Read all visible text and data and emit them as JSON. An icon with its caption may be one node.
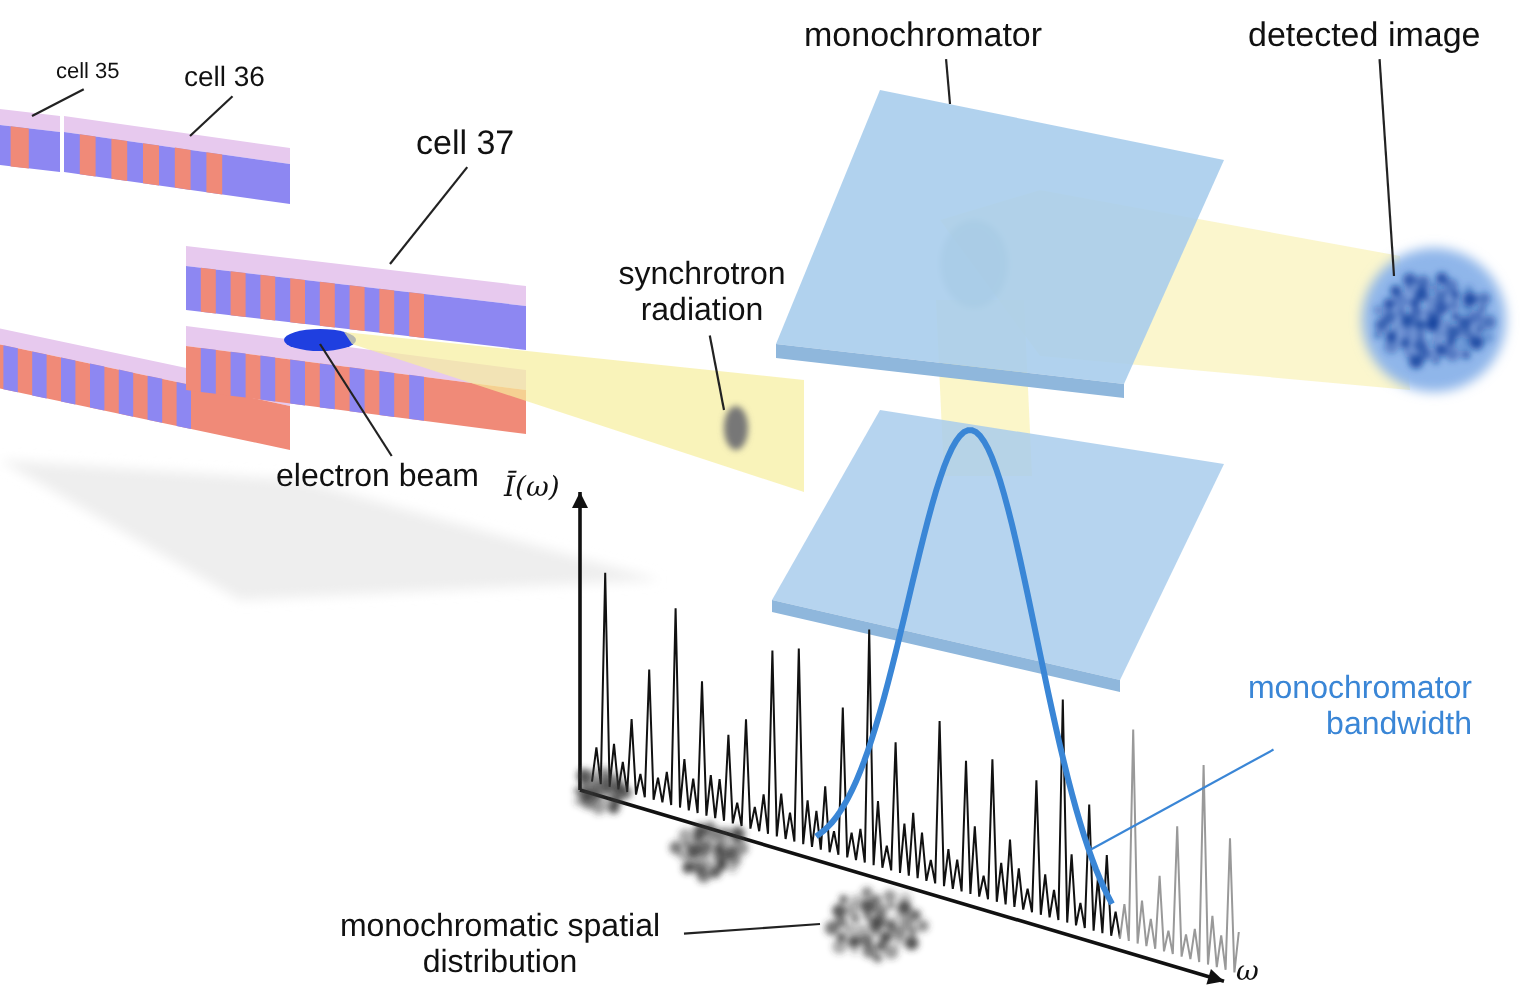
{
  "diagram": {
    "nodes": [
      {
        "text": [
          "cell 35"
        ]
      },
      {
        "text": [],
        "shape": "bar"
      },
      {
        "text": [
          "cell 36"
        ]
      },
      {
        "text": [],
        "shape": "bar"
      },
      {
        "text": [
          "cell 37"
        ]
      },
      {
        "text": [],
        "shape": "bar"
      },
      {
        "text": [
          "electron beam"
        ]
      },
      {
        "text": [],
        "shape": "circle"
      },
      {
        "text": [
          "synchrotron radiation"
        ]
      },
      {
        "text": [],
        "shape": "picture"
      },
      {
        "text": [
          "monochromator"
        ]
      },
      {
        "text": [],
        "shape": "box"
      },
      {
        "text": [
          "detected image"
        ]
      },
      {
        "text": [],
        "shape": "picture"
      },
      {
        "text": [
          "monochromator bandwidth"
        ]
      },
      {
        "text": [],
        "shape": "picture"
      },
      {
        "text": [
          "monochromatic spatial distribution"
        ]
      },
      {
        "text": [],
        "shape": "picture"
      }
    ],
    "edges": [
      {
        "from": 0,
        "to": 1,
        "arrow": "none"
      },
      {
        "from": 2,
        "to": 3,
        "arrow": "none"
      },
      {
        "from": 4,
        "to": 5,
        "arrow": "none"
      },
      {
        "from": 6,
        "to": 7,
        "arrow": "none"
      },
      {
        "from": 8,
        "to": 9,
        "arrow": "none"
      },
      {
        "from": 10,
        "to": 11,
        "arrow": "none"
      },
      {
        "from": 12,
        "to": 13,
        "arrow": "none"
      },
      {
        "from": 14,
        "to": 15,
        "arrow": "none",
        "color": "#3a86d6"
      },
      {
        "from": 16,
        "to": 17,
        "arrow": "none"
      }
    ],
    "labels": [
      "Ī(ω)",
      "ω"
    ]
  }
}
